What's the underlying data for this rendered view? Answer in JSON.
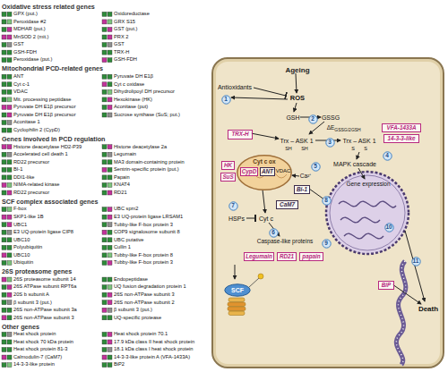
{
  "diagram": {
    "nodes": [
      {
        "text": [
          "Ageing"
        ]
      },
      {
        "text": [
          "Cyt c ox"
        ],
        "in": 0
      },
      {
        "text": [
          "CypD"
        ],
        "in": 1
      },
      {
        "text": [
          "ANT"
        ],
        "in": 1
      },
      {
        "text": [
          "TRX-H"
        ],
        "in": 0
      },
      {
        "text": [
          "VFA-1433A"
        ],
        "in": 0
      },
      {
        "text": [
          "14-3-3-like"
        ],
        "in": 0
      },
      {
        "text": [
          "HK"
        ],
        "in": 0
      },
      {
        "text": [
          "SuS"
        ],
        "in": 0
      },
      {
        "text": [
          "Bi-1"
        ],
        "in": 0
      },
      {
        "text": [
          "CaM7"
        ],
        "in": 0
      },
      {
        "text": [
          "Legumain"
        ],
        "in": 0
      },
      {
        "text": [
          "RD21"
        ],
        "in": 0
      },
      {
        "text": [
          "papain"
        ],
        "in": 0
      },
      {
        "text": [
          "BiP"
        ],
        "in": 0
      },
      {
        "text": [
          "SCF"
        ],
        "in": 0
      },
      {
        "text": [
          "1"
        ],
        "in": 0
      },
      {
        "text": [
          "2"
        ],
        "in": 0
      },
      {
        "text": [
          "3"
        ],
        "in": 0
      },
      {
        "text": [
          "4"
        ],
        "in": 0
      },
      {
        "text": [
          "5"
        ],
        "in": 0
      },
      {
        "text": [
          "6"
        ],
        "in": 0
      },
      {
        "text": [
          "7"
        ],
        "in": 0
      },
      {
        "text": [
          "8"
        ],
        "in": 0
      },
      {
        "text": [
          "9"
        ],
        "in": 0
      },
      {
        "text": [
          "10"
        ],
        "in": 0
      },
      {
        "text": [
          "11"
        ],
        "in": 0
      }
    ],
    "labels": [
      "Oxidative stress related genes",
      "GPX (put.)",
      "Peroxidase #2",
      "MDHAR (put.)",
      "MnSOD 2 (mit.)",
      "GST",
      "GSH-FDH",
      "Peroxidase (put.)",
      "Oxidoreductase",
      "GRX S15",
      "GST (put.)",
      "PRX 2",
      "GST",
      "TRX-H",
      "GSH-FDH",
      "Mitochondrial PCD-related genes",
      "ANT",
      "Cyt c-1",
      "VDAC",
      "Mit. processing peptidase",
      "Pyruvate DH E1β precursor",
      "Pyruvate DH E1β precursor",
      "Aconitase 1",
      "Cyclophilin 2 (CypD)",
      "Pyruvate DH E1β",
      "Cyt c oxidase",
      "Dihydrolipoyl DH precursor",
      "Hexokinase (HK)",
      "Aconitase (put)",
      "Sucrose synthase (SuS; put.)",
      "Genes involved in PCD regulation",
      "Histone deacetylase HD2-P39",
      "Accelerated cell death 1",
      "RD22 precursor",
      "BI-1",
      "DDI1-like",
      "NIMA-related kinase",
      "RD22 precursor",
      "Histone deacetylase 2a",
      "Legumain",
      "MA3 domain-containing protein",
      "Sentrin-specific protein (put.)",
      "Papain",
      "KNAT4",
      "RD21",
      "SCF complex associated genes",
      "F-box",
      "SKP1-like 1B",
      "UBC1",
      "E3 UQ-protein ligase CIP8",
      "UBC10",
      "Polyubiquitin",
      "UBC10",
      "Ubiquitin",
      "UBC spm2",
      "E3 UQ-protein ligase LRSAM1",
      "Tubby-like F-box protein 3",
      "COP9 signalosome subunit 8",
      "UBC putative",
      "Cullin 1",
      "Tubby-like F-box protein 8",
      "Tubby-like F-box protein 3",
      "26S proteasome genes",
      "26S proteasome subunit 14",
      "26S ATPase subunit RPT6a",
      "20S b subunit A",
      "β subunit 3 (put.)",
      "26S non-ATPase subunit 3a",
      "26S non-ATPase subunit 3",
      "Endopeptidase",
      "UQ fusion degradation protein 1",
      "26S non-ATPase subunit 3",
      "26S non-ATPase subunit 2",
      "β subunit 3 (put.)",
      "UQ-specific protease",
      "Other genes",
      "Heat shock protein",
      "Heat shock 70 kDa protein",
      "Heat shock protein 81-3",
      "Calmodulin-7 (CaM7)",
      "14-3-3-like protein",
      "Heat shock protein 70.1",
      "17.9 kDa class II heat shock protein",
      "18.1 kDa class I heat shock protein",
      "14-3-3-like protein A (VFA-1433A)",
      "BiP2",
      "Antioxidants",
      "ROS",
      "GSH",
      "GSSG",
      "ΔE",
      "GSSG/2GSH",
      "Trx – ASK 1",
      "SH",
      "SH",
      "Trx – ASK 1",
      "S",
      "S",
      "MAPK cascade",
      "Gene expression",
      "VDAC",
      "Ca²⁺",
      "HSPs",
      "Cyt c",
      "Caspase-like proteins",
      "Death"
    ]
  }
}
